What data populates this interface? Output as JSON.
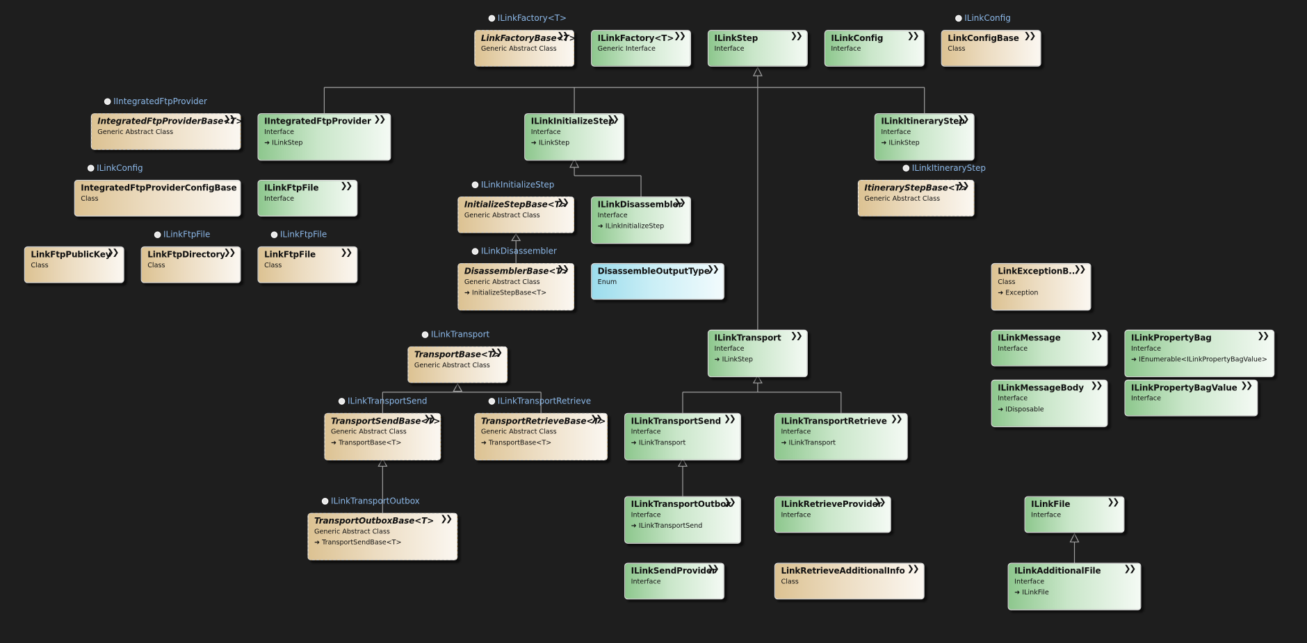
{
  "colors": {
    "background": "#1e1e1e",
    "interface_fill": "#8dc78d",
    "class_fill": "#dcc292",
    "enum_fill": "#9bdcec",
    "edge": "#a0a0a0",
    "lollipop_label": "#8cb8e8"
  },
  "chevron_icon": "double-chevron-down",
  "nodes": {
    "linkFactoryBase": {
      "name": "LinkFactoryBase<T>",
      "kind": "Generic Abstract Class"
    },
    "iLinkFactory": {
      "name": "ILinkFactory<T>",
      "kind": "Generic Interface"
    },
    "iLinkStep": {
      "name": "ILinkStep",
      "kind": "Interface"
    },
    "iLinkConfig": {
      "name": "ILinkConfig",
      "kind": "Interface"
    },
    "linkConfigBase": {
      "name": "LinkConfigBase",
      "kind": "Class"
    },
    "integratedFtpProviderBase": {
      "name": "IntegratedFtpProviderBase<T>",
      "kind": "Generic Abstract Class"
    },
    "iIntegratedFtpProvider": {
      "name": "IIntegratedFtpProvider",
      "kind": "Interface",
      "inherits": "ILinkStep"
    },
    "iLinkInitializeStep": {
      "name": "ILinkInitializeStep",
      "kind": "Interface",
      "inherits": "ILinkStep"
    },
    "iLinkItineraryStep": {
      "name": "ILinkItineraryStep",
      "kind": "Interface",
      "inherits": "ILinkStep"
    },
    "integratedFtpProviderConfigBase": {
      "name": "IntegratedFtpProviderConfigBase",
      "kind": "Class"
    },
    "iLinkFtpFile": {
      "name": "ILinkFtpFile",
      "kind": "Interface"
    },
    "initializeStepBase": {
      "name": "InitializeStepBase<T>",
      "kind": "Generic Abstract Class"
    },
    "iLinkDisassembler": {
      "name": "ILinkDisassembler",
      "kind": "Interface",
      "inherits": "ILinkInitializeStep"
    },
    "itineraryStepBase": {
      "name": "ItineraryStepBase<T>",
      "kind": "Generic Abstract Class"
    },
    "linkFtpPublicKey": {
      "name": "LinkFtpPublicKey",
      "kind": "Class"
    },
    "linkFtpDirectory": {
      "name": "LinkFtpDirectory",
      "kind": "Class"
    },
    "linkFtpFile": {
      "name": "LinkFtpFile",
      "kind": "Class"
    },
    "disassemblerBase": {
      "name": "DisassemblerBase<T>",
      "kind": "Generic Abstract Class",
      "inherits": "InitializeStepBase<T>"
    },
    "disassembleOutputType": {
      "name": "DisassembleOutputType",
      "kind": "Enum"
    },
    "linkExceptionBase": {
      "name": "LinkExceptionB...",
      "kind": "Class",
      "inherits": "Exception"
    },
    "transportBase": {
      "name": "TransportBase<T>",
      "kind": "Generic Abstract Class"
    },
    "iLinkTransport": {
      "name": "ILinkTransport",
      "kind": "Interface",
      "inherits": "ILinkStep"
    },
    "iLinkMessage": {
      "name": "ILinkMessage",
      "kind": "Interface"
    },
    "iLinkPropertyBag": {
      "name": "ILinkPropertyBag",
      "kind": "Interface",
      "inherits": "IEnumerable<ILinkPropertyBagValue>"
    },
    "iLinkMessageBody": {
      "name": "ILinkMessageBody",
      "kind": "Interface",
      "inherits": "IDisposable"
    },
    "iLinkPropertyBagValue": {
      "name": "ILinkPropertyBagValue",
      "kind": "Interface"
    },
    "transportSendBase": {
      "name": "TransportSendBase<T>",
      "kind": "Generic Abstract Class",
      "inherits": "TransportBase<T>"
    },
    "transportRetrieveBase": {
      "name": "TransportRetrieveBase<T>",
      "kind": "Generic Abstract Class",
      "inherits": "TransportBase<T>"
    },
    "iLinkTransportSend": {
      "name": "ILinkTransportSend",
      "kind": "Interface",
      "inherits": "ILinkTransport"
    },
    "iLinkTransportRetrieve": {
      "name": "ILinkTransportRetrieve",
      "kind": "Interface",
      "inherits": "ILinkTransport"
    },
    "transportOutboxBase": {
      "name": "TransportOutboxBase<T>",
      "kind": "Generic Abstract Class",
      "inherits": "TransportSendBase<T>"
    },
    "iLinkTransportOutbox": {
      "name": "ILinkTransportOutbox",
      "kind": "Interface",
      "inherits": "ILinkTransportSend"
    },
    "iLinkRetrieveProvider": {
      "name": "ILinkRetrieveProvider",
      "kind": "Interface"
    },
    "iLinkFile": {
      "name": "ILinkFile",
      "kind": "Interface"
    },
    "iLinkSendProvider": {
      "name": "ILinkSendProvider",
      "kind": "Interface"
    },
    "linkRetrieveAdditionalInfo": {
      "name": "LinkRetrieveAdditionalInfo",
      "kind": "Class"
    },
    "iLinkAdditionalFile": {
      "name": "ILinkAdditionalFile",
      "kind": "Interface",
      "inherits": "ILinkFile"
    }
  },
  "lollipops": {
    "onLinkFactoryBase": "ILinkFactory<T>",
    "onLinkConfigBase": "ILinkConfig",
    "onIntegratedFtpProviderBase": "IIntegratedFtpProvider",
    "onIntegratedFtpProviderConfigBase": "ILinkConfig",
    "onInitializeStepBase": "ILinkInitializeStep",
    "onItineraryStepBase": "ILinkItineraryStep",
    "onLinkFtpDirectory": "ILinkFtpFile",
    "onLinkFtpFile": "ILinkFtpFile",
    "onDisassemblerBase": "ILinkDisassembler",
    "onTransportBase": "ILinkTransport",
    "onTransportSendBase": "ILinkTransportSend",
    "onTransportRetrieveBase": "ILinkTransportRetrieve",
    "onTransportOutboxBase": "ILinkTransportOutbox"
  }
}
